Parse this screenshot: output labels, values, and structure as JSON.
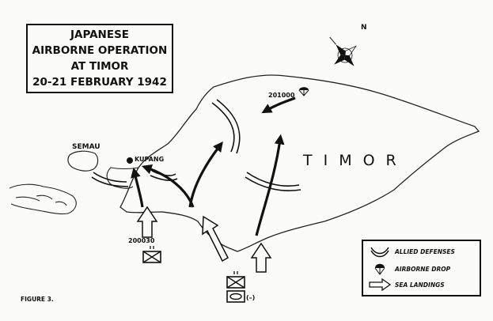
{
  "title": {
    "line1": "JAPANESE",
    "line2": "AIRBORNE OPERATION AT TIMOR",
    "line3": "20-21 FEBRUARY 1942"
  },
  "places": {
    "timor": "TIMOR",
    "semau": "SEMAU",
    "kupang": "KUPANG"
  },
  "unit_labels": {
    "drop_time": "201000",
    "landing_time": "200030",
    "reduced_marker": "(–)"
  },
  "legend": {
    "items": [
      {
        "label": "ALLIED DEFENSES",
        "icon": "double-arc-icon"
      },
      {
        "label": "AIRBORNE DROP",
        "icon": "parachute-icon"
      },
      {
        "label": "SEA LANDINGS",
        "icon": "hollow-arrow-icon"
      }
    ]
  },
  "compass": {
    "north": "N"
  },
  "caption": "FIGURE 3.",
  "colors": {
    "ink": "#111111",
    "paper": "#fbfbf9"
  }
}
